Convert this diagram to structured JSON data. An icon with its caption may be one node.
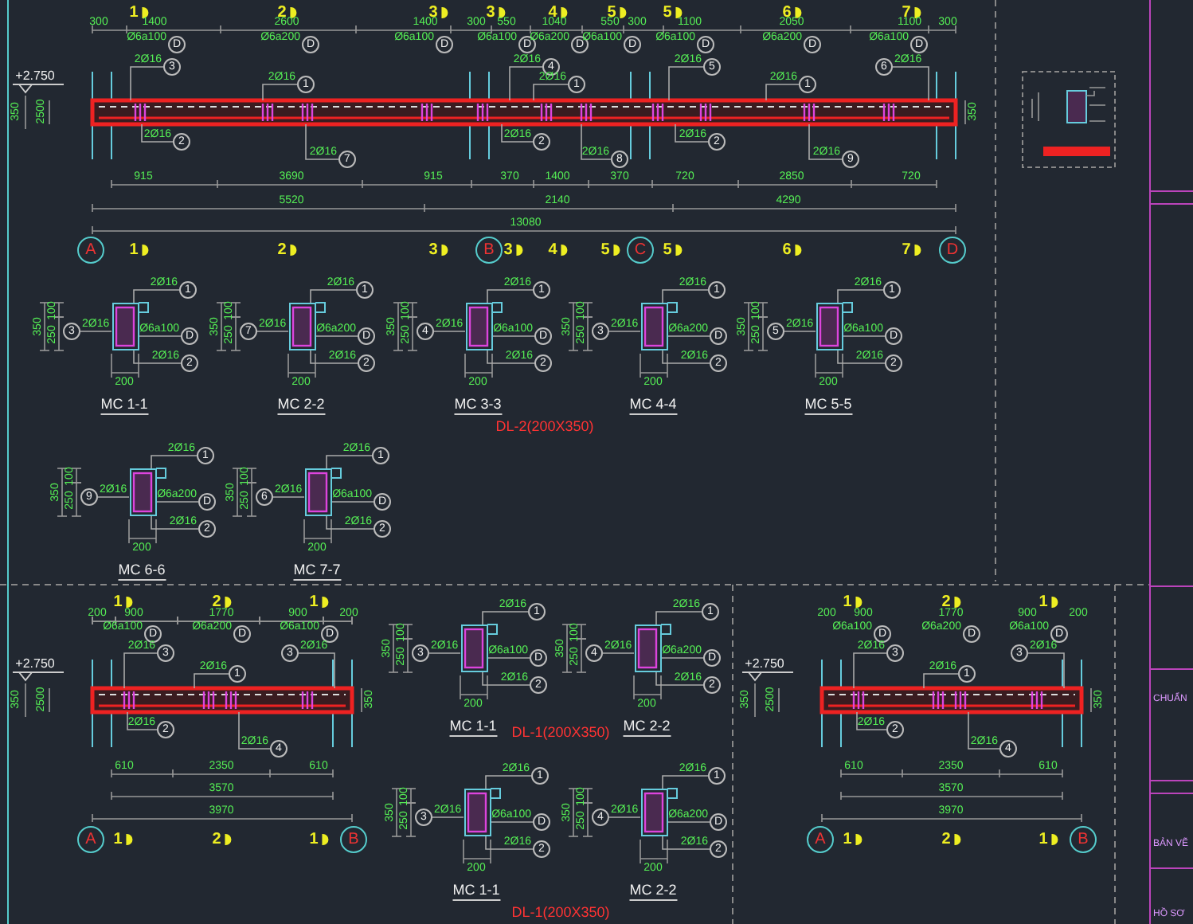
{
  "diagram": {
    "nodes": [
      {
        "text": [
          "1"
        ]
      },
      {
        "text": [
          "2"
        ]
      },
      {
        "text": [
          "3"
        ]
      },
      {
        "text": [
          "3"
        ]
      },
      {
        "text": [
          "4"
        ]
      },
      {
        "text": [
          "5"
        ]
      },
      {
        "text": [
          "5"
        ]
      },
      {
        "text": [
          "6"
        ]
      },
      {
        "text": [
          "7"
        ]
      },
      {
        "text": [
          "D"
        ],
        "beside": [
          "Ø6a100"
        ]
      },
      {
        "text": [
          "D"
        ],
        "beside": [
          "Ø6a200"
        ]
      },
      {
        "text": [
          "D"
        ],
        "beside": [
          "Ø6a100"
        ]
      },
      {
        "text": [
          "D"
        ],
        "beside": [
          "Ø6a100"
        ]
      },
      {
        "text": [
          "D"
        ],
        "beside": [
          "Ø6a200"
        ]
      },
      {
        "text": [
          "D"
        ],
        "beside": [
          "Ø6a100"
        ]
      },
      {
        "text": [
          "D"
        ],
        "beside": [
          "Ø6a100"
        ]
      },
      {
        "text": [
          "D"
        ],
        "beside": [
          "Ø6a200"
        ]
      },
      {
        "text": [
          "D"
        ],
        "beside": [
          "Ø6a100"
        ]
      },
      {
        "text": [
          "3"
        ],
        "beside": [
          "2Ø16"
        ]
      },
      {
        "text": [
          "1"
        ],
        "beside": [
          "2Ø16"
        ]
      },
      {
        "text": [
          "4"
        ],
        "beside": [
          "2Ø16"
        ]
      },
      {
        "text": [
          "1"
        ],
        "beside": [
          "2Ø16"
        ]
      },
      {
        "text": [
          "5"
        ],
        "beside": [
          "2Ø16"
        ]
      },
      {
        "text": [
          "1"
        ],
        "beside": [
          "2Ø16"
        ]
      },
      {
        "text": [
          "6"
        ],
        "beside": [
          "2Ø16"
        ]
      },
      {
        "text": [
          "2"
        ],
        "beside": [
          "2Ø16"
        ]
      },
      {
        "text": [
          "7"
        ],
        "beside": [
          "2Ø16"
        ]
      },
      {
        "text": [
          "2"
        ],
        "beside": [
          "2Ø16"
        ]
      },
      {
        "text": [
          "8"
        ],
        "beside": [
          "2Ø16"
        ]
      },
      {
        "text": [
          "2"
        ],
        "beside": [
          "2Ø16"
        ]
      },
      {
        "text": [
          "9"
        ],
        "beside": [
          "2Ø16"
        ]
      },
      {
        "text": [
          "A"
        ]
      },
      {
        "text": [
          "1"
        ]
      },
      {
        "text": [
          "2"
        ]
      },
      {
        "text": [
          "3"
        ]
      },
      {
        "text": [
          "B"
        ]
      },
      {
        "text": [
          "3"
        ]
      },
      {
        "text": [
          "4"
        ]
      },
      {
        "text": [
          "5"
        ]
      },
      {
        "text": [
          "C"
        ]
      },
      {
        "text": [
          "5"
        ]
      },
      {
        "text": [
          "6"
        ]
      },
      {
        "text": [
          "7"
        ]
      },
      {
        "text": [
          "D"
        ]
      },
      {
        "text": [
          "1"
        ],
        "beside": [
          "2Ø16"
        ]
      },
      {
        "text": [
          "3"
        ],
        "beside": [
          "2Ø16"
        ]
      },
      {
        "text": [
          "D"
        ],
        "beside": [
          "Ø6a100"
        ]
      },
      {
        "text": [
          "2"
        ],
        "beside": [
          "2Ø16"
        ]
      },
      {
        "text": [
          "1"
        ],
        "beside": [
          "2Ø16"
        ]
      },
      {
        "text": [
          "7"
        ],
        "beside": [
          "2Ø16"
        ]
      },
      {
        "text": [
          "D"
        ],
        "beside": [
          "Ø6a200"
        ]
      },
      {
        "text": [
          "2"
        ],
        "beside": [
          "2Ø16"
        ]
      },
      {
        "text": [
          "1"
        ],
        "beside": [
          "2Ø16"
        ]
      },
      {
        "text": [
          "4"
        ],
        "beside": [
          "2Ø16"
        ]
      },
      {
        "text": [
          "D"
        ],
        "beside": [
          "Ø6a100"
        ]
      },
      {
        "text": [
          "2"
        ],
        "beside": [
          "2Ø16"
        ]
      },
      {
        "text": [
          "1"
        ],
        "beside": [
          "2Ø16"
        ]
      },
      {
        "text": [
          "3"
        ],
        "beside": [
          "2Ø16"
        ]
      },
      {
        "text": [
          "D"
        ],
        "beside": [
          "Ø6a200"
        ]
      },
      {
        "text": [
          "2"
        ],
        "beside": [
          "2Ø16"
        ]
      },
      {
        "text": [
          "1"
        ],
        "beside": [
          "2Ø16"
        ]
      },
      {
        "text": [
          "5"
        ],
        "beside": [
          "2Ø16"
        ]
      },
      {
        "text": [
          "D"
        ],
        "beside": [
          "Ø6a100"
        ]
      },
      {
        "text": [
          "2"
        ],
        "beside": [
          "2Ø16"
        ]
      },
      {
        "text": [
          "1"
        ],
        "beside": [
          "2Ø16"
        ]
      },
      {
        "text": [
          "9"
        ],
        "beside": [
          "2Ø16"
        ]
      },
      {
        "text": [
          "D"
        ],
        "beside": [
          "Ø6a200"
        ]
      },
      {
        "text": [
          "2"
        ],
        "beside": [
          "2Ø16"
        ]
      },
      {
        "text": [
          "1"
        ],
        "beside": [
          "2Ø16"
        ]
      },
      {
        "text": [
          "6"
        ],
        "beside": [
          "2Ø16"
        ]
      },
      {
        "text": [
          "D"
        ],
        "beside": [
          "Ø6a100"
        ]
      },
      {
        "text": [
          "2"
        ],
        "beside": [
          "2Ø16"
        ]
      },
      {
        "text": [
          "1"
        ]
      },
      {
        "text": [
          "2"
        ]
      },
      {
        "text": [
          "1"
        ]
      },
      {
        "text": [
          "D"
        ],
        "beside": [
          "Ø6a100"
        ]
      },
      {
        "text": [
          "D"
        ],
        "beside": [
          "Ø6a200"
        ]
      },
      {
        "text": [
          "D"
        ],
        "beside": [
          "Ø6a100"
        ]
      },
      {
        "text": [
          "3"
        ],
        "beside": [
          "2Ø16"
        ]
      },
      {
        "text": [
          "1"
        ],
        "beside": [
          "2Ø16"
        ]
      },
      {
        "text": [
          "3"
        ],
        "beside": [
          "2Ø16"
        ]
      },
      {
        "text": [
          "2"
        ],
        "beside": [
          "2Ø16"
        ]
      },
      {
        "text": [
          "4"
        ],
        "beside": [
          "2Ø16"
        ]
      },
      {
        "text": [
          "A"
        ]
      },
      {
        "text": [
          "1"
        ]
      },
      {
        "text": [
          "2"
        ]
      },
      {
        "text": [
          "1"
        ]
      },
      {
        "text": [
          "B"
        ]
      },
      {
        "text": [
          "1"
        ],
        "beside": [
          "2Ø16"
        ]
      },
      {
        "text": [
          "3"
        ],
        "beside": [
          "2Ø16"
        ]
      },
      {
        "text": [
          "D"
        ],
        "beside": [
          "Ø6a100"
        ]
      },
      {
        "text": [
          "2"
        ],
        "beside": [
          "2Ø16"
        ]
      },
      {
        "text": [
          "1"
        ],
        "beside": [
          "2Ø16"
        ]
      },
      {
        "text": [
          "4"
        ],
        "beside": [
          "2Ø16"
        ]
      },
      {
        "text": [
          "D"
        ],
        "beside": [
          "Ø6a200"
        ]
      },
      {
        "text": [
          "2"
        ],
        "beside": [
          "2Ø16"
        ]
      },
      {
        "text": [
          "1"
        ],
        "beside": [
          "2Ø16"
        ]
      },
      {
        "text": [
          "3"
        ],
        "beside": [
          "2Ø16"
        ]
      },
      {
        "text": [
          "D"
        ],
        "beside": [
          "Ø6a100"
        ]
      },
      {
        "text": [
          "2"
        ],
        "beside": [
          "2Ø16"
        ]
      },
      {
        "text": [
          "1"
        ],
        "beside": [
          "2Ø16"
        ]
      },
      {
        "text": [
          "4"
        ],
        "beside": [
          "2Ø16"
        ]
      },
      {
        "text": [
          "D"
        ],
        "beside": [
          "Ø6a200"
        ]
      },
      {
        "text": [
          "2"
        ],
        "beside": [
          "2Ø16"
        ]
      },
      {
        "text": [
          "1"
        ]
      },
      {
        "text": [
          "2"
        ]
      },
      {
        "text": [
          "1"
        ]
      },
      {
        "text": [
          "D"
        ],
        "beside": [
          "Ø6a100"
        ]
      },
      {
        "text": [
          "D"
        ],
        "beside": [
          "Ø6a200"
        ]
      },
      {
        "text": [
          "D"
        ],
        "beside": [
          "Ø6a100"
        ]
      },
      {
        "text": [
          "3"
        ],
        "beside": [
          "2Ø16"
        ]
      },
      {
        "text": [
          "1"
        ],
        "beside": [
          "2Ø16"
        ]
      },
      {
        "text": [
          "3"
        ],
        "beside": [
          "2Ø16"
        ]
      },
      {
        "text": [
          "2"
        ],
        "beside": [
          "2Ø16"
        ]
      },
      {
        "text": [
          "4"
        ],
        "beside": [
          "2Ø16"
        ]
      },
      {
        "text": [
          "A"
        ]
      },
      {
        "text": [
          "1"
        ]
      },
      {
        "text": [
          "2"
        ]
      },
      {
        "text": [
          "1"
        ]
      },
      {
        "text": [
          "B"
        ]
      },
      {
        "text": [],
        "shape": "box"
      },
      {
        "text": [],
        "shape": "box"
      },
      {
        "text": [],
        "shape": "box"
      },
      {
        "text": [],
        "shape": "box"
      },
      {
        "text": [],
        "shape": "box"
      },
      {
        "text": [],
        "shape": "box"
      },
      {
        "text": [],
        "shape": "box"
      },
      {
        "text": [],
        "shape": "box"
      },
      {
        "text": [],
        "shape": "box"
      },
      {
        "text": [],
        "shape": "box"
      },
      {
        "text": [],
        "shape": "box"
      }
    ],
    "edges": [
      {
        "from": 18,
        "to": null,
        "arrow": "none"
      },
      {
        "from": 19,
        "to": null,
        "arrow": "none"
      },
      {
        "from": 20,
        "to": null,
        "arrow": "none"
      },
      {
        "from": 21,
        "to": null,
        "arrow": "none"
      },
      {
        "from": 22,
        "to": null,
        "arrow": "none"
      },
      {
        "from": 23,
        "to": null,
        "arrow": "none"
      },
      {
        "from": 24,
        "to": null,
        "arrow": "none"
      },
      {
        "from": 25,
        "to": null,
        "arrow": "none"
      },
      {
        "from": 26,
        "to": null,
        "arrow": "none"
      },
      {
        "from": 27,
        "to": null,
        "arrow": "none"
      },
      {
        "from": 28,
        "to": null,
        "arrow": "none"
      },
      {
        "from": 29,
        "to": null,
        "arrow": "none"
      },
      {
        "from": 30,
        "to": null,
        "arrow": "none"
      },
      {
        "from": 44,
        "to": 120,
        "arrow": "none"
      },
      {
        "from": 45,
        "to": 120,
        "arrow": "none"
      },
      {
        "from": 46,
        "to": 120,
        "arrow": "none"
      },
      {
        "from": 47,
        "to": 120,
        "arrow": "none"
      },
      {
        "from": 48,
        "to": 121,
        "arrow": "none"
      },
      {
        "from": 49,
        "to": 121,
        "arrow": "none"
      },
      {
        "from": 50,
        "to": 121,
        "arrow": "none"
      },
      {
        "from": 51,
        "to": 121,
        "arrow": "none"
      },
      {
        "from": 52,
        "to": 122,
        "arrow": "none"
      },
      {
        "from": 53,
        "to": 122,
        "arrow": "none"
      },
      {
        "from": 54,
        "to": 122,
        "arrow": "none"
      },
      {
        "from": 55,
        "to": 122,
        "arrow": "none"
      },
      {
        "from": 56,
        "to": 123,
        "arrow": "none"
      },
      {
        "from": 57,
        "to": 123,
        "arrow": "none"
      },
      {
        "from": 58,
        "to": 123,
        "arrow": "none"
      },
      {
        "from": 59,
        "to": 123,
        "arrow": "none"
      },
      {
        "from": 60,
        "to": 124,
        "arrow": "none"
      },
      {
        "from": 61,
        "to": 124,
        "arrow": "none"
      },
      {
        "from": 62,
        "to": 124,
        "arrow": "none"
      },
      {
        "from": 63,
        "to": 124,
        "arrow": "none"
      },
      {
        "from": 64,
        "to": 125,
        "arrow": "none"
      },
      {
        "from": 65,
        "to": 125,
        "arrow": "none"
      },
      {
        "from": 66,
        "to": 125,
        "arrow": "none"
      },
      {
        "from": 67,
        "to": 125,
        "arrow": "none"
      },
      {
        "from": 68,
        "to": 126,
        "arrow": "none"
      },
      {
        "from": 69,
        "to": 126,
        "arrow": "none"
      },
      {
        "from": 70,
        "to": 126,
        "arrow": "none"
      },
      {
        "from": 71,
        "to": 126,
        "arrow": "none"
      },
      {
        "from": 78,
        "to": null,
        "arrow": "none"
      },
      {
        "from": 79,
        "to": null,
        "arrow": "none"
      },
      {
        "from": 80,
        "to": null,
        "arrow": "none"
      },
      {
        "from": 81,
        "to": null,
        "arrow": "none"
      },
      {
        "from": 82,
        "to": null,
        "arrow": "none"
      },
      {
        "from": 88,
        "to": 127,
        "arrow": "none"
      },
      {
        "from": 89,
        "to": 127,
        "arrow": "none"
      },
      {
        "from": 90,
        "to": 127,
        "arrow": "none"
      },
      {
        "from": 91,
        "to": 127,
        "arrow": "none"
      },
      {
        "from": 92,
        "to": 128,
        "arrow": "none"
      },
      {
        "from": 93,
        "to": 128,
        "arrow": "none"
      },
      {
        "from": 94,
        "to": 128,
        "arrow": "none"
      },
      {
        "from": 95,
        "to": 128,
        "arrow": "none"
      },
      {
        "from": 96,
        "to": 129,
        "arrow": "none"
      },
      {
        "from": 97,
        "to": 129,
        "arrow": "none"
      },
      {
        "from": 98,
        "to": 129,
        "arrow": "none"
      },
      {
        "from": 99,
        "to": 129,
        "arrow": "none"
      },
      {
        "from": 100,
        "to": 130,
        "arrow": "none"
      },
      {
        "from": 101,
        "to": 130,
        "arrow": "none"
      },
      {
        "from": 102,
        "to": 130,
        "arrow": "none"
      },
      {
        "from": 103,
        "to": 130,
        "arrow": "none"
      },
      {
        "from": 110,
        "to": null,
        "arrow": "none"
      },
      {
        "from": 111,
        "to": null,
        "arrow": "none"
      },
      {
        "from": 112,
        "to": null,
        "arrow": "none"
      },
      {
        "from": 113,
        "to": null,
        "arrow": "none"
      },
      {
        "from": 114,
        "to": null,
        "arrow": "none"
      }
    ],
    "labels": [
      "300",
      "1400",
      "2600",
      "1400",
      "300",
      "550",
      "1040",
      "550",
      "300",
      "1100",
      "2050",
      "1100",
      "300",
      "+2.750",
      "350",
      "2500",
      "350",
      "915",
      "3690",
      "915",
      "370",
      "1400",
      "370",
      "720",
      "2850",
      "720",
      "5520",
      "2140",
      "4290",
      "13080",
      "350",
      "100",
      "250",
      "200",
      "MC 1-1",
      "350",
      "100",
      "250",
      "200",
      "MC 2-2",
      "350",
      "100",
      "250",
      "200",
      "MC 3-3",
      "350",
      "100",
      "250",
      "200",
      "MC 4-4",
      "350",
      "100",
      "250",
      "200",
      "MC 5-5",
      "DL-2(200X350)",
      "350",
      "100",
      "250",
      "200",
      "MC 6-6",
      "350",
      "100",
      "250",
      "200",
      "MC 7-7",
      "200",
      "900",
      "1770",
      "900",
      "200",
      "+2.750",
      "350",
      "2500",
      "350",
      "610",
      "2350",
      "610",
      "3570",
      "3970",
      "350",
      "100",
      "250",
      "200",
      "MC 1-1",
      "350",
      "100",
      "250",
      "200",
      "MC 2-2",
      "DL-1(200X350)",
      "350",
      "100",
      "250",
      "200",
      "MC 1-1",
      "350",
      "100",
      "250",
      "200",
      "MC 2-2",
      "DL-1(200X350)",
      "200",
      "900",
      "1770",
      "900",
      "200",
      "+2.750",
      "350",
      "2500",
      "350",
      "610",
      "2350",
      "610",
      "3570",
      "3970",
      "CHUẨN",
      "BẢN VẼ",
      "HỒ SƠ"
    ]
  }
}
